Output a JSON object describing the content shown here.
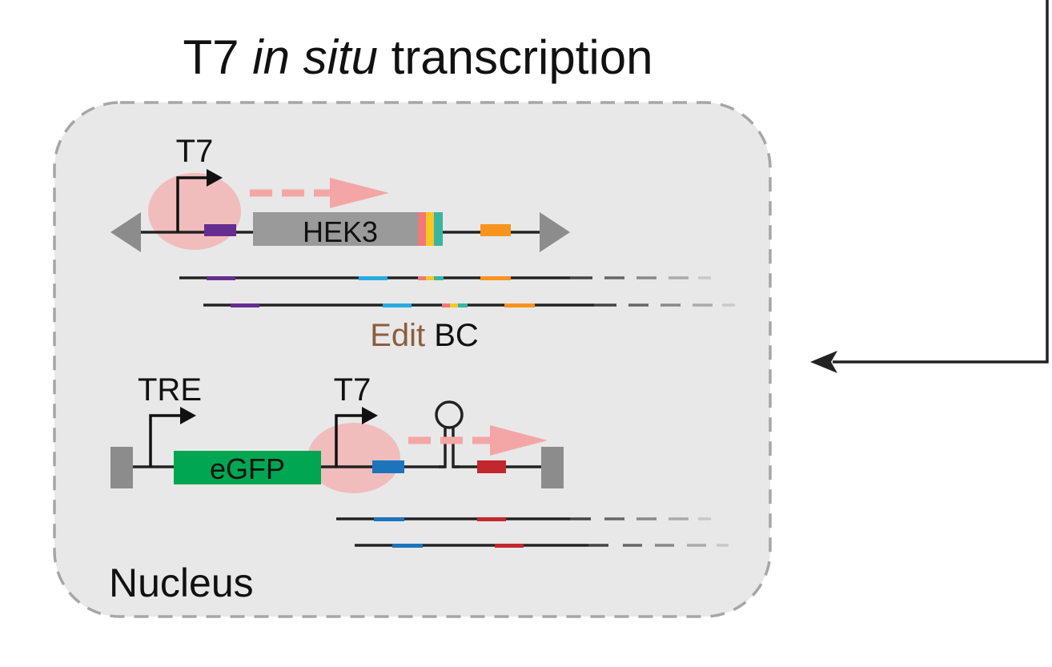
{
  "title": {
    "part1": "T7 ",
    "part2_italic": "in situ",
    "part3": " transcription"
  },
  "compartment_label": "Nucleus",
  "construct1": {
    "promoter_label": "T7",
    "gene_label": "HEK3"
  },
  "barcode_label": {
    "edit": "Edit",
    "bc": " BC"
  },
  "construct2": {
    "promoter1_label": "TRE",
    "reporter_label": "eGFP",
    "promoter2_label": "T7"
  },
  "colors": {
    "nucleus_fill": "#e8e8e8",
    "nucleus_border": "#a6a6a6",
    "gene_box": "#9a9a9a",
    "egfp_box": "#00a651",
    "t7_halo": "#f2b4b4",
    "transcript_arrow": "#f4a6a6",
    "edit_text": "#8b5e3c",
    "purple": "#662d91",
    "blue": "#29abe2",
    "dark_blue": "#1c75bc",
    "orange": "#f7941d",
    "red": "#c1272d",
    "pink": "#f07878",
    "yellow": "#f9c623",
    "teal": "#39b5a0"
  }
}
